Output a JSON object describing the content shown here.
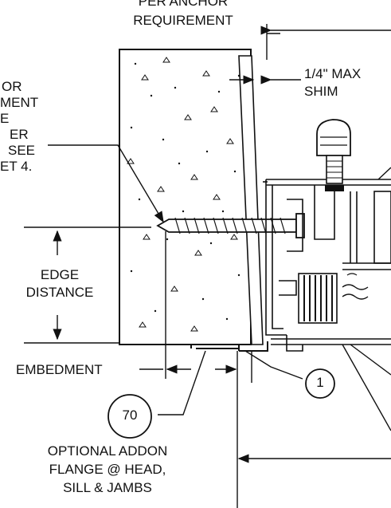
{
  "labels": {
    "per_anchor_requirement": [
      "PER ANCHOR",
      "REQUIREMENT"
    ],
    "anchor_embedment_note": [
      "OR",
      "MENT",
      "E",
      "ER",
      "SEE",
      "ET 4."
    ],
    "shim": [
      "1/4\" MAX",
      "SHIM"
    ],
    "edge_distance": [
      "EDGE",
      "DISTANCE"
    ],
    "embedment": "EMBEDMENT",
    "optional_addon_flange": [
      "OPTIONAL ADDON",
      "FLANGE @ HEAD,",
      "SILL & JAMBS"
    ]
  },
  "callouts": {
    "one": "1",
    "seventy": "70"
  },
  "colors": {
    "ink": "#111111",
    "background": "#ffffff"
  }
}
